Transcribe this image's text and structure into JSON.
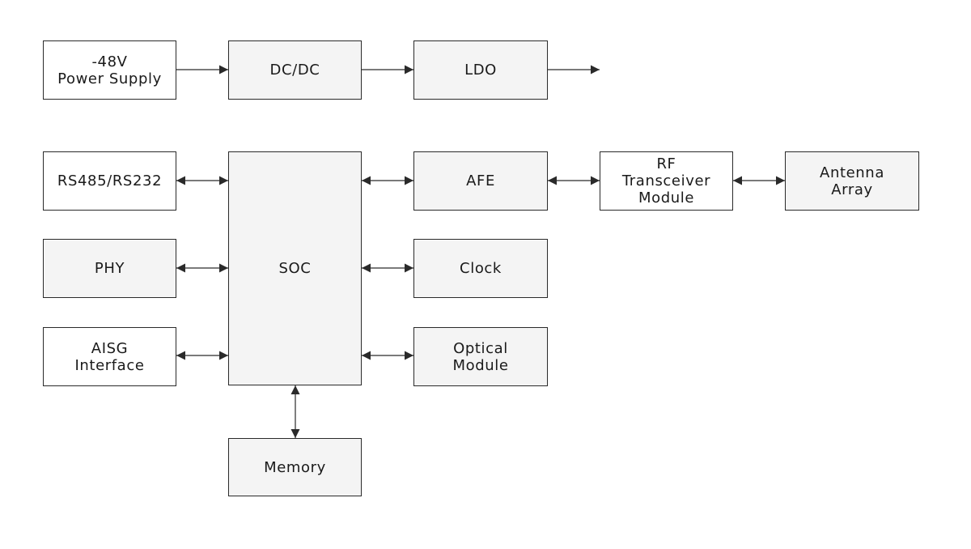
{
  "colors": {
    "stroke": "#2a2a2a",
    "box_fill": "#f4f4f4",
    "box_fill_white": "#ffffff",
    "text": "#1a1a1a"
  },
  "blocks": {
    "power_supply": "-48V\nPower Supply",
    "dcdc": "DC/DC",
    "ldo": "LDO",
    "rs485": "RS485/RS232",
    "phy": "PHY",
    "aisg": "AISG\nInterface",
    "soc": "SOC",
    "memory": "Memory",
    "afe": "AFE",
    "clock": "Clock",
    "optical": "Optical\nModule",
    "rf": "RF\nTransceiver\nModule",
    "antenna": "Antenna\nArray"
  },
  "connections": [
    {
      "from": "power_supply",
      "to": "dcdc",
      "direction": "one-way"
    },
    {
      "from": "dcdc",
      "to": "ldo",
      "direction": "one-way"
    },
    {
      "from": "ldo",
      "to": "output",
      "direction": "one-way"
    },
    {
      "from": "rs485",
      "to": "soc",
      "direction": "bidirectional"
    },
    {
      "from": "phy",
      "to": "soc",
      "direction": "bidirectional"
    },
    {
      "from": "aisg",
      "to": "soc",
      "direction": "bidirectional"
    },
    {
      "from": "soc",
      "to": "afe",
      "direction": "bidirectional"
    },
    {
      "from": "soc",
      "to": "clock",
      "direction": "bidirectional"
    },
    {
      "from": "soc",
      "to": "optical",
      "direction": "bidirectional"
    },
    {
      "from": "soc",
      "to": "memory",
      "direction": "bidirectional"
    },
    {
      "from": "afe",
      "to": "rf",
      "direction": "bidirectional"
    },
    {
      "from": "rf",
      "to": "antenna",
      "direction": "bidirectional"
    }
  ]
}
